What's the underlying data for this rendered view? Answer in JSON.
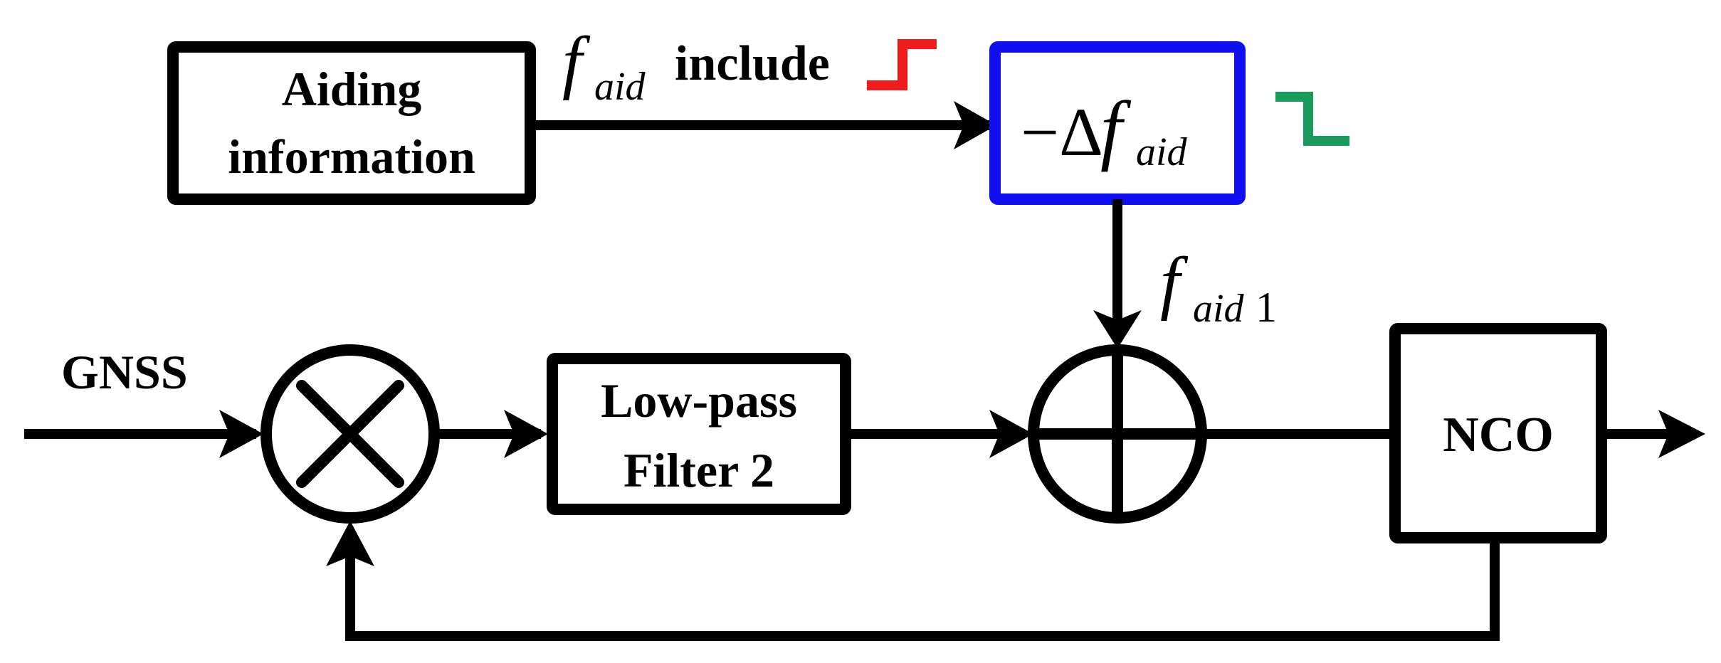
{
  "blocks": {
    "aiding_line1": "Aiding",
    "aiding_line2": "information",
    "lowpass_line1": "Low-pass",
    "lowpass_line2": "Filter 2",
    "nco": "NCO",
    "gnss": "GNSS"
  },
  "labels": {
    "f_symbol": "f",
    "aid_sub": "aid",
    "include_word": "include",
    "minus_delta": "−Δ",
    "f_aid1_sub": "aid",
    "f_aid1_index": "1"
  },
  "colors": {
    "step_up": "#ee1c1c",
    "step_down": "#1a9a5c",
    "correction_box": "#1010ee"
  }
}
